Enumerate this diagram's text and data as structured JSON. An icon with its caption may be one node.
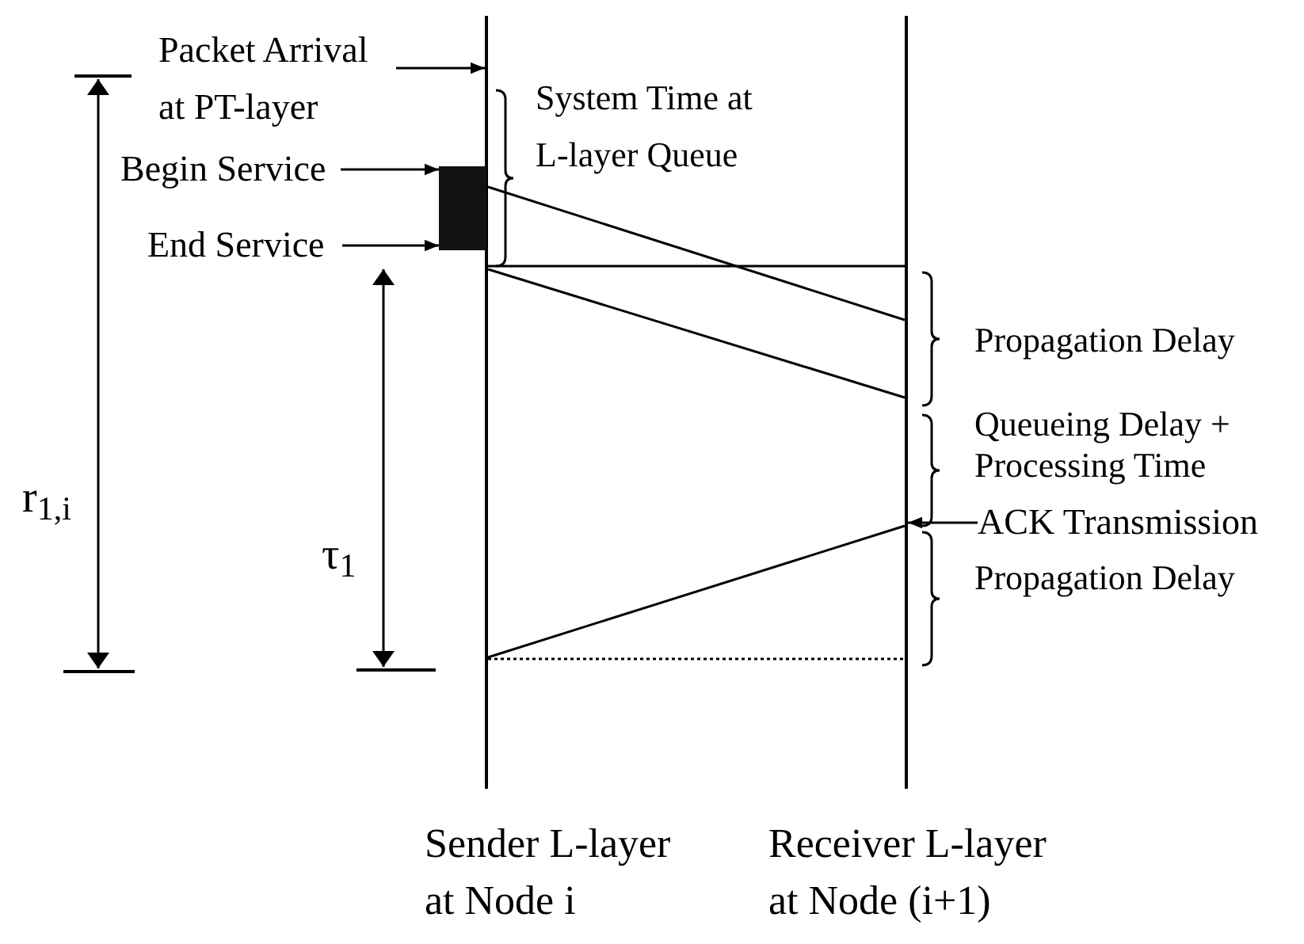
{
  "diagram": {
    "nodes": [
      {
        "text": [],
        "shape": "line",
        "beside": [
          "Sender L-layer at Node i"
        ]
      },
      {
        "text": [],
        "shape": "line",
        "beside": [
          "Receiver L-layer at Node (i+1)"
        ]
      },
      {
        "text": [],
        "shape": "bar"
      },
      {
        "text": [
          "Packet Arrival at PT-layer"
        ]
      },
      {
        "text": [
          "Begin Service"
        ]
      },
      {
        "text": [
          "End Service"
        ]
      },
      {
        "text": [
          "ACK Transmission"
        ]
      }
    ],
    "edges": [
      {
        "from": 3,
        "to": 0,
        "arrow": "to"
      },
      {
        "from": 4,
        "to": 2,
        "arrow": "to"
      },
      {
        "from": 5,
        "to": 2,
        "arrow": "to"
      },
      {
        "from": 0,
        "to": 1,
        "arrow": "none"
      },
      {
        "from": 0,
        "to": 1,
        "arrow": "none"
      },
      {
        "from": 0,
        "to": 1,
        "arrow": "none"
      },
      {
        "from": 6,
        "to": 1,
        "arrow": "to"
      },
      {
        "from": 1,
        "to": 0,
        "arrow": "none"
      },
      {
        "from": 0,
        "to": 1,
        "arrow": "none",
        "style": "dashed"
      }
    ],
    "labels": [
      "System Time at L-layer Queue",
      "Propagation Delay",
      "Queueing Delay + Processing Time",
      "r$_{1,i}$",
      "τ$_{1}$",
      "Propagation Delay"
    ]
  }
}
